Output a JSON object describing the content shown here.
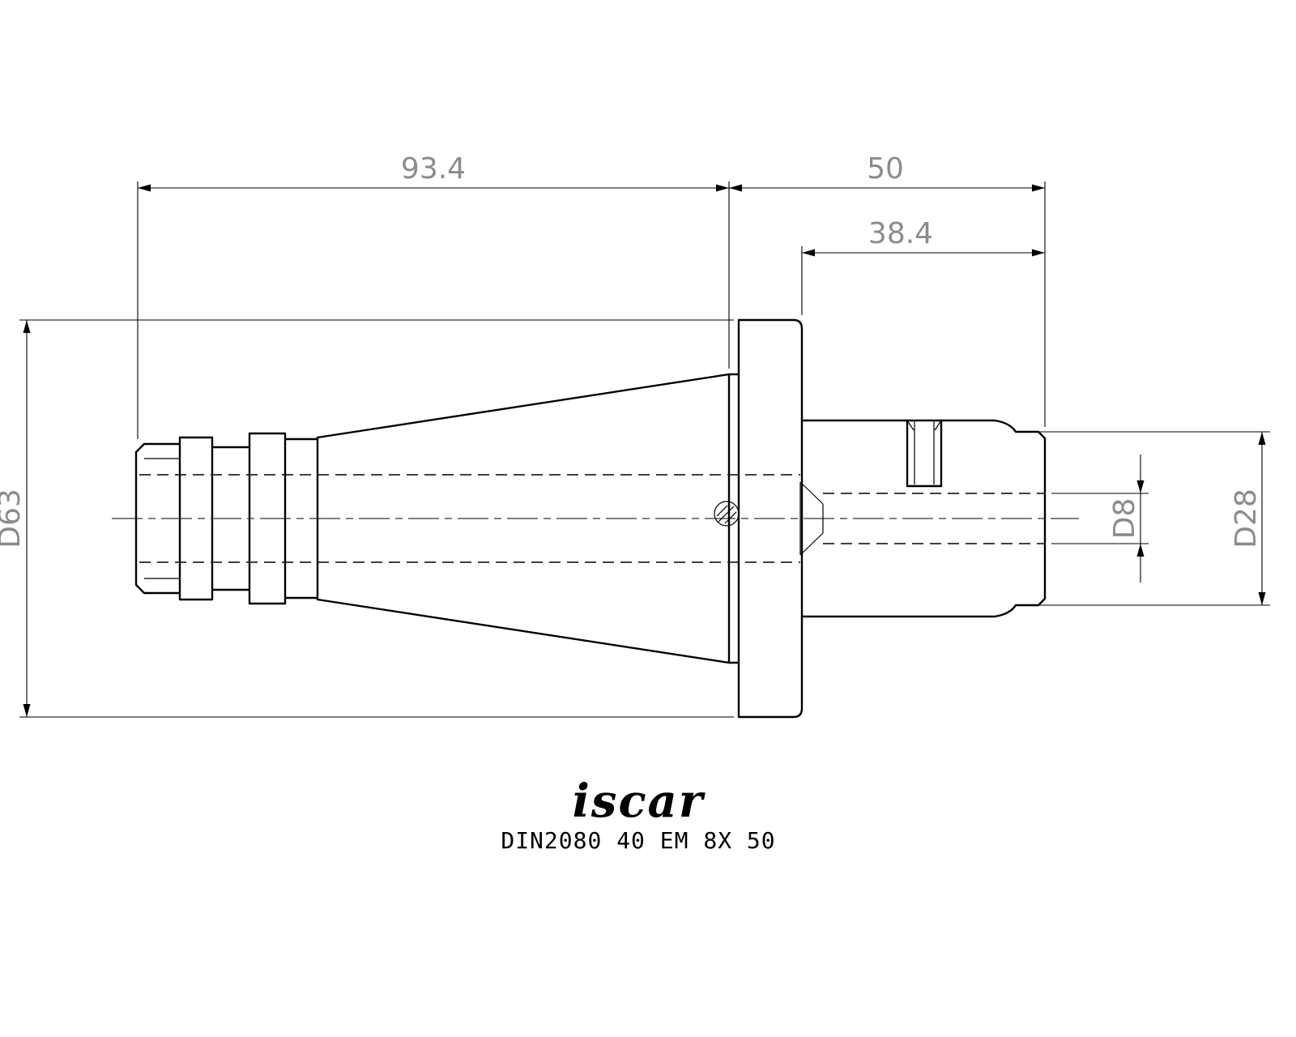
{
  "drawing": {
    "part_number": "DIN2080 40 EM 8X 50",
    "brand_logo": "iscar",
    "dimensions": {
      "taper_length": "93.4",
      "projection_length": "50",
      "nose_length": "38.4",
      "flange_diameter": "D63",
      "bore_diameter": "D8",
      "nose_diameter": "D28"
    },
    "colors": {
      "line": "#000000",
      "dim_text": "#8c8c8c",
      "background": "#ffffff"
    }
  }
}
